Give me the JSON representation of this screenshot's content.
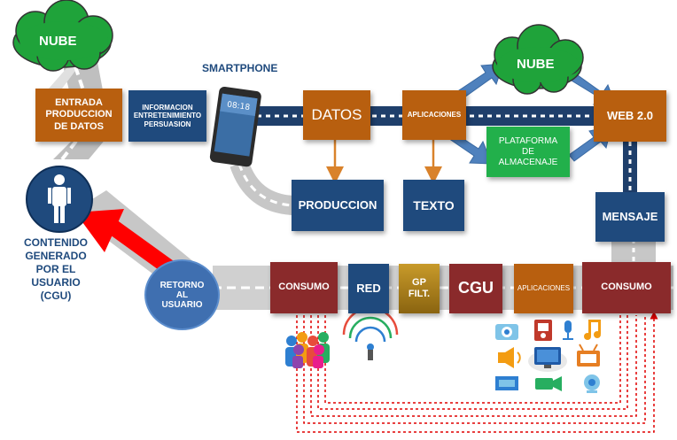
{
  "clouds": {
    "left_label": "NUBE",
    "right_label": "NUBE"
  },
  "labels": {
    "smartphone": "SMARTPHONE",
    "cgu_lines": [
      "CONTENIDO",
      "GENERADO",
      "POR EL",
      "USUARIO",
      "(CGU)"
    ]
  },
  "boxes": {
    "entrada": [
      "ENTRADA",
      "PRODUCCION",
      "DE DATOS"
    ],
    "informacion": [
      "INFORMACION",
      "ENTRETENIMIENTO",
      "PERSUASION"
    ],
    "datos": "DATOS",
    "aplicaciones_top": "APLICACIONES",
    "plataforma": [
      "PLATAFORMA",
      "DE",
      "ALMACENAJE"
    ],
    "web": "WEB 2.0",
    "produccion": "PRODUCCION",
    "texto": "TEXTO",
    "mensaje": "MENSAJE",
    "retorno": [
      "RETORNO",
      "AL",
      "USUARIO"
    ],
    "consumo_left": "CONSUMO",
    "red": "RED",
    "gp": [
      "GP",
      "FILT."
    ],
    "cgu": "CGU",
    "aplicaciones_bottom": "APLICACIONES",
    "consumo_right": "CONSUMO"
  },
  "colors": {
    "orange": "#b85f0f",
    "navy": "#1f4a7d",
    "maroon": "#8a2a2b",
    "green": "#22b04b",
    "cloud": "#1fa33a",
    "arrow_blue": "#4f81bd",
    "red_arrow": "#ff0000"
  },
  "icons": [
    "people-icon",
    "wifi-signal-icon",
    "camera-icon",
    "media-player-icon",
    "microphone-icon",
    "music-note-icon",
    "speaker-icon",
    "monitor-icon",
    "tv-icon",
    "film-strip-icon",
    "video-camera-icon",
    "webcam-icon"
  ]
}
